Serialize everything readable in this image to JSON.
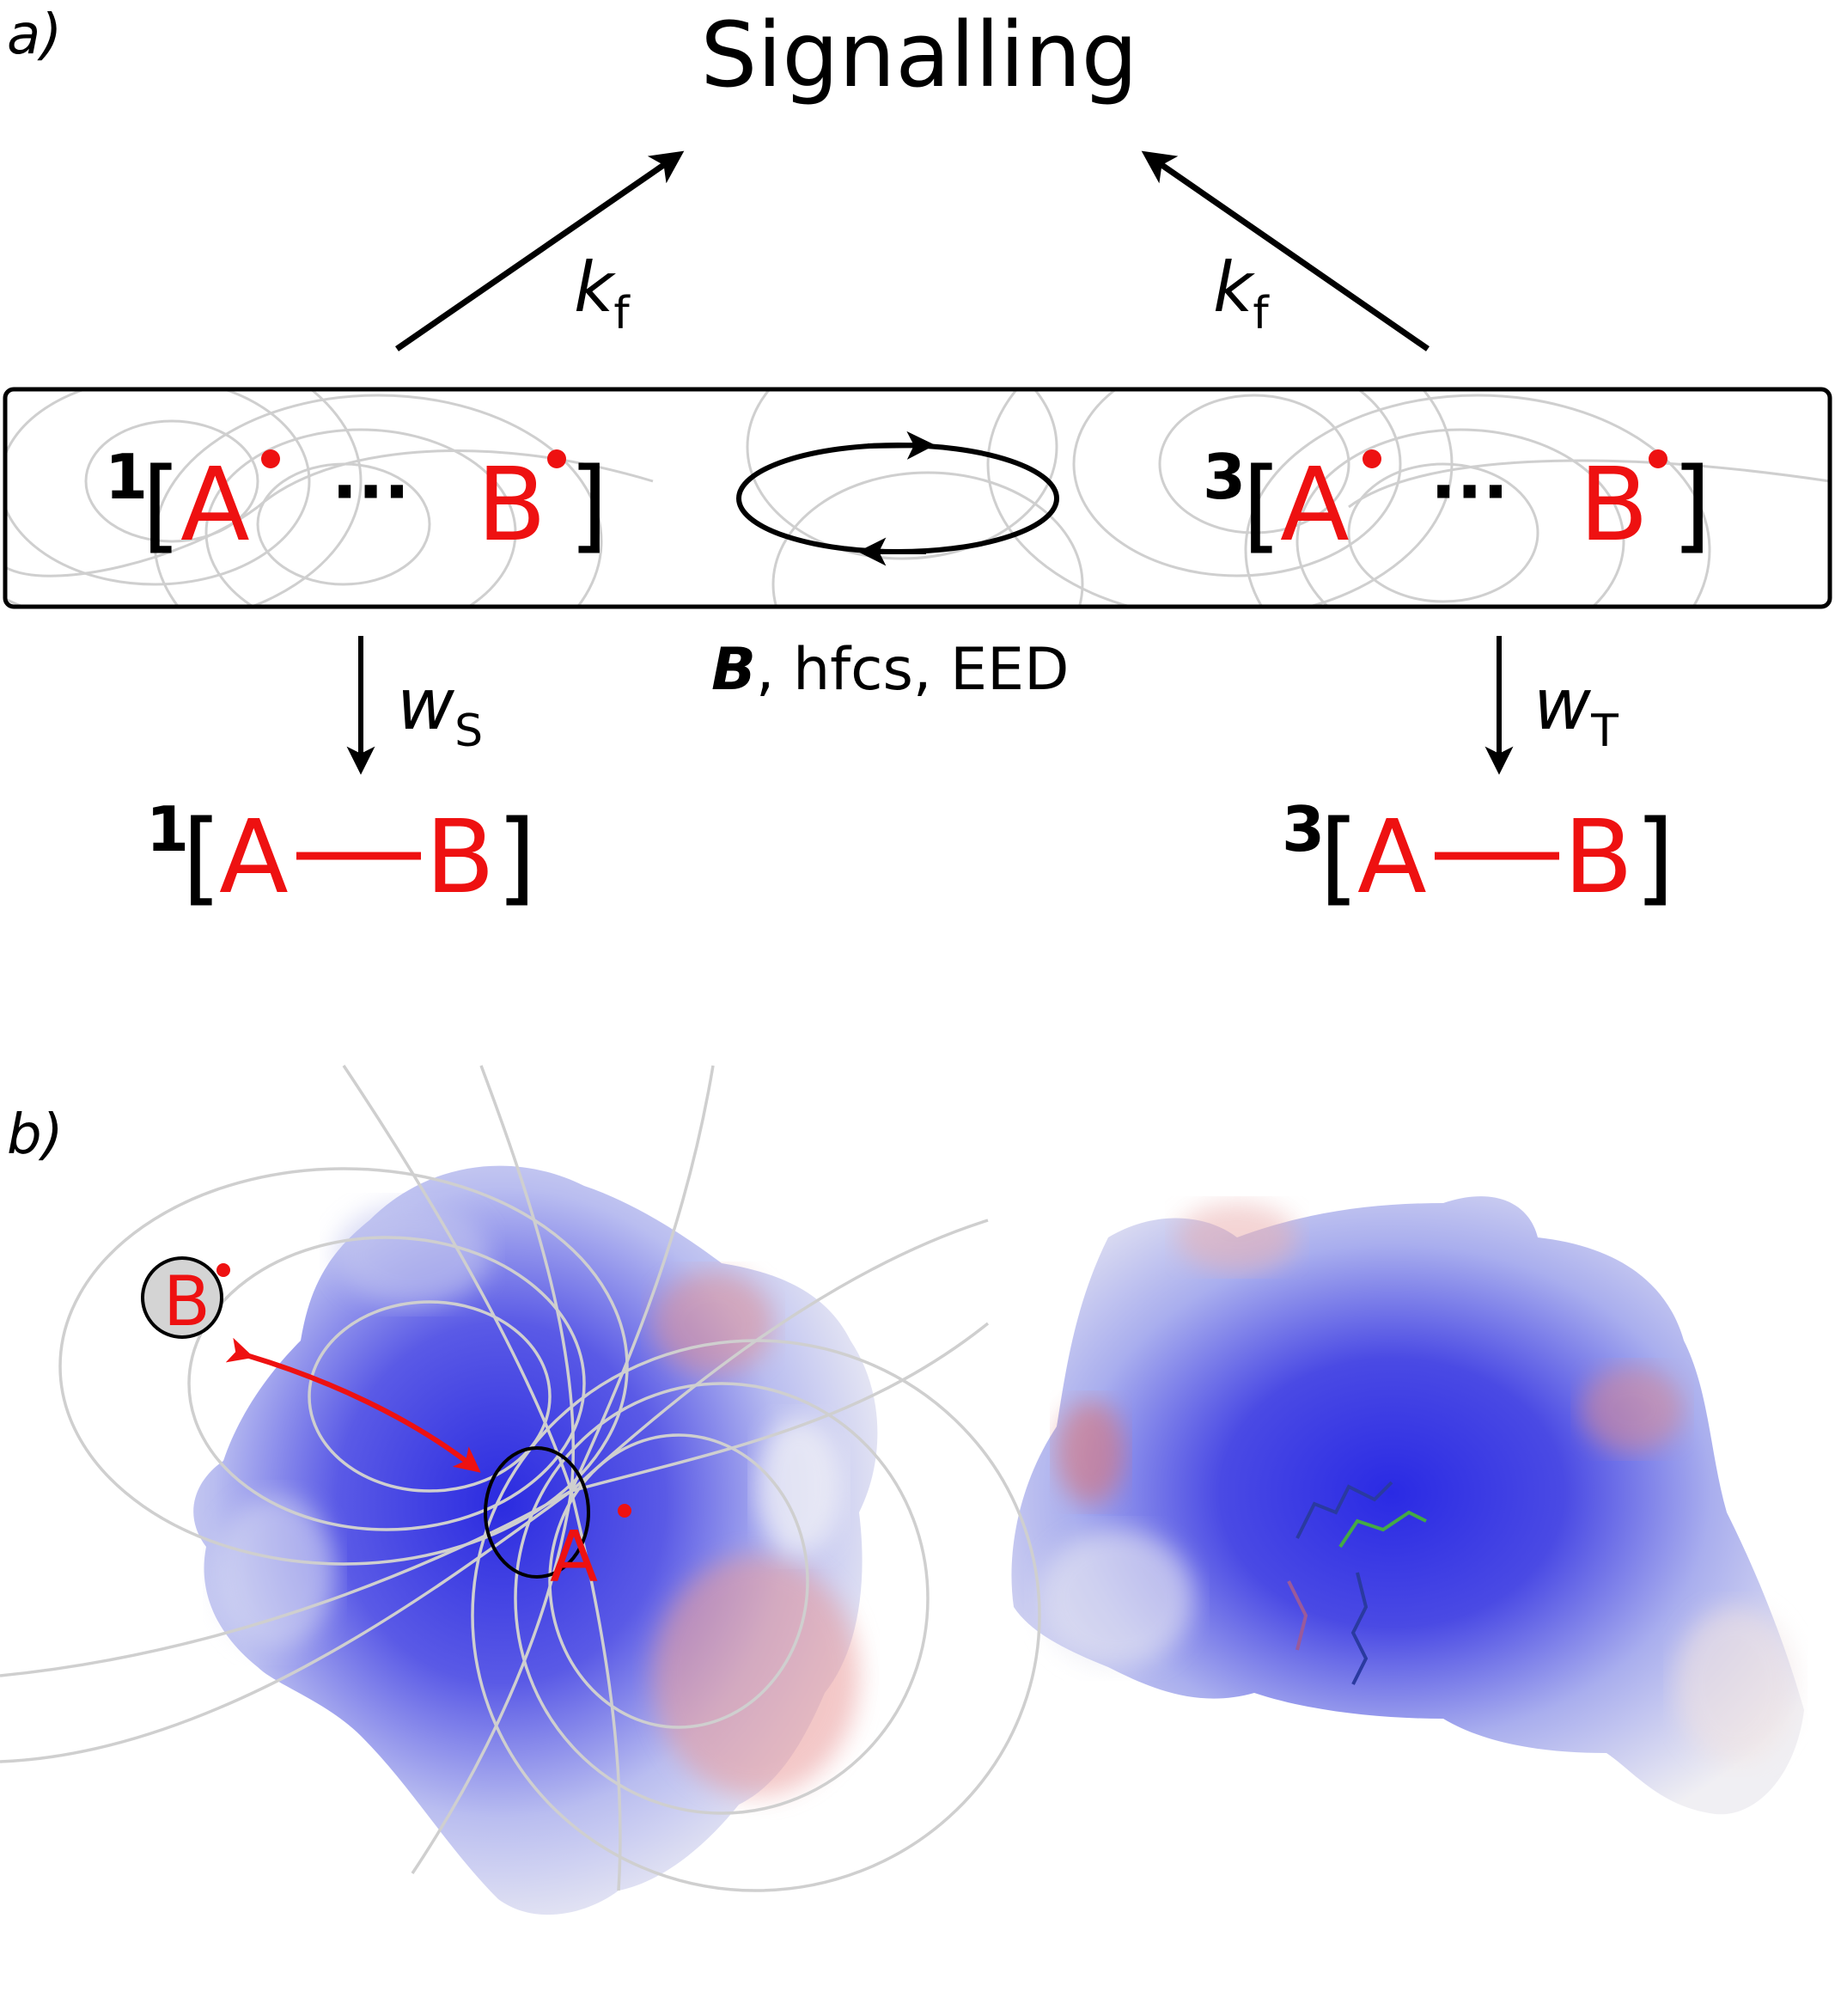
{
  "panel_a": {
    "label": "a)",
    "top_label": "Signalling",
    "rate_left": {
      "symbol": "k",
      "subscript": "f"
    },
    "rate_right": {
      "symbol": "k",
      "subscript": "f"
    },
    "singlet_pair": {
      "multiplicity": "1",
      "left_radical": "A",
      "dots": "···",
      "right_radical": "B"
    },
    "triplet_pair": {
      "multiplicity": "3",
      "left_radical": "A",
      "dots": "···",
      "right_radical": "B"
    },
    "interconversion_label": {
      "bold_symbol": "B",
      "rest": ", hfcs, EED"
    },
    "rate_singlet_product": {
      "symbol": "w",
      "subscript": "S"
    },
    "rate_triplet_product": {
      "symbol": "w",
      "subscript": "T"
    },
    "singlet_product": {
      "multiplicity": "1",
      "left": "A",
      "right": "B"
    },
    "triplet_product": {
      "multiplicity": "3",
      "left": "A",
      "right": "B"
    }
  },
  "panel_b": {
    "label": "b)",
    "radical_b": "B",
    "radical_a": "A"
  },
  "colors": {
    "radical": "#ee1111",
    "arrow": "#000000",
    "field_lines": "#c8c8c8",
    "surface_positive": "#2424d8",
    "surface_negative": "#e07070",
    "surface_neutral": "#f2f2f4"
  }
}
